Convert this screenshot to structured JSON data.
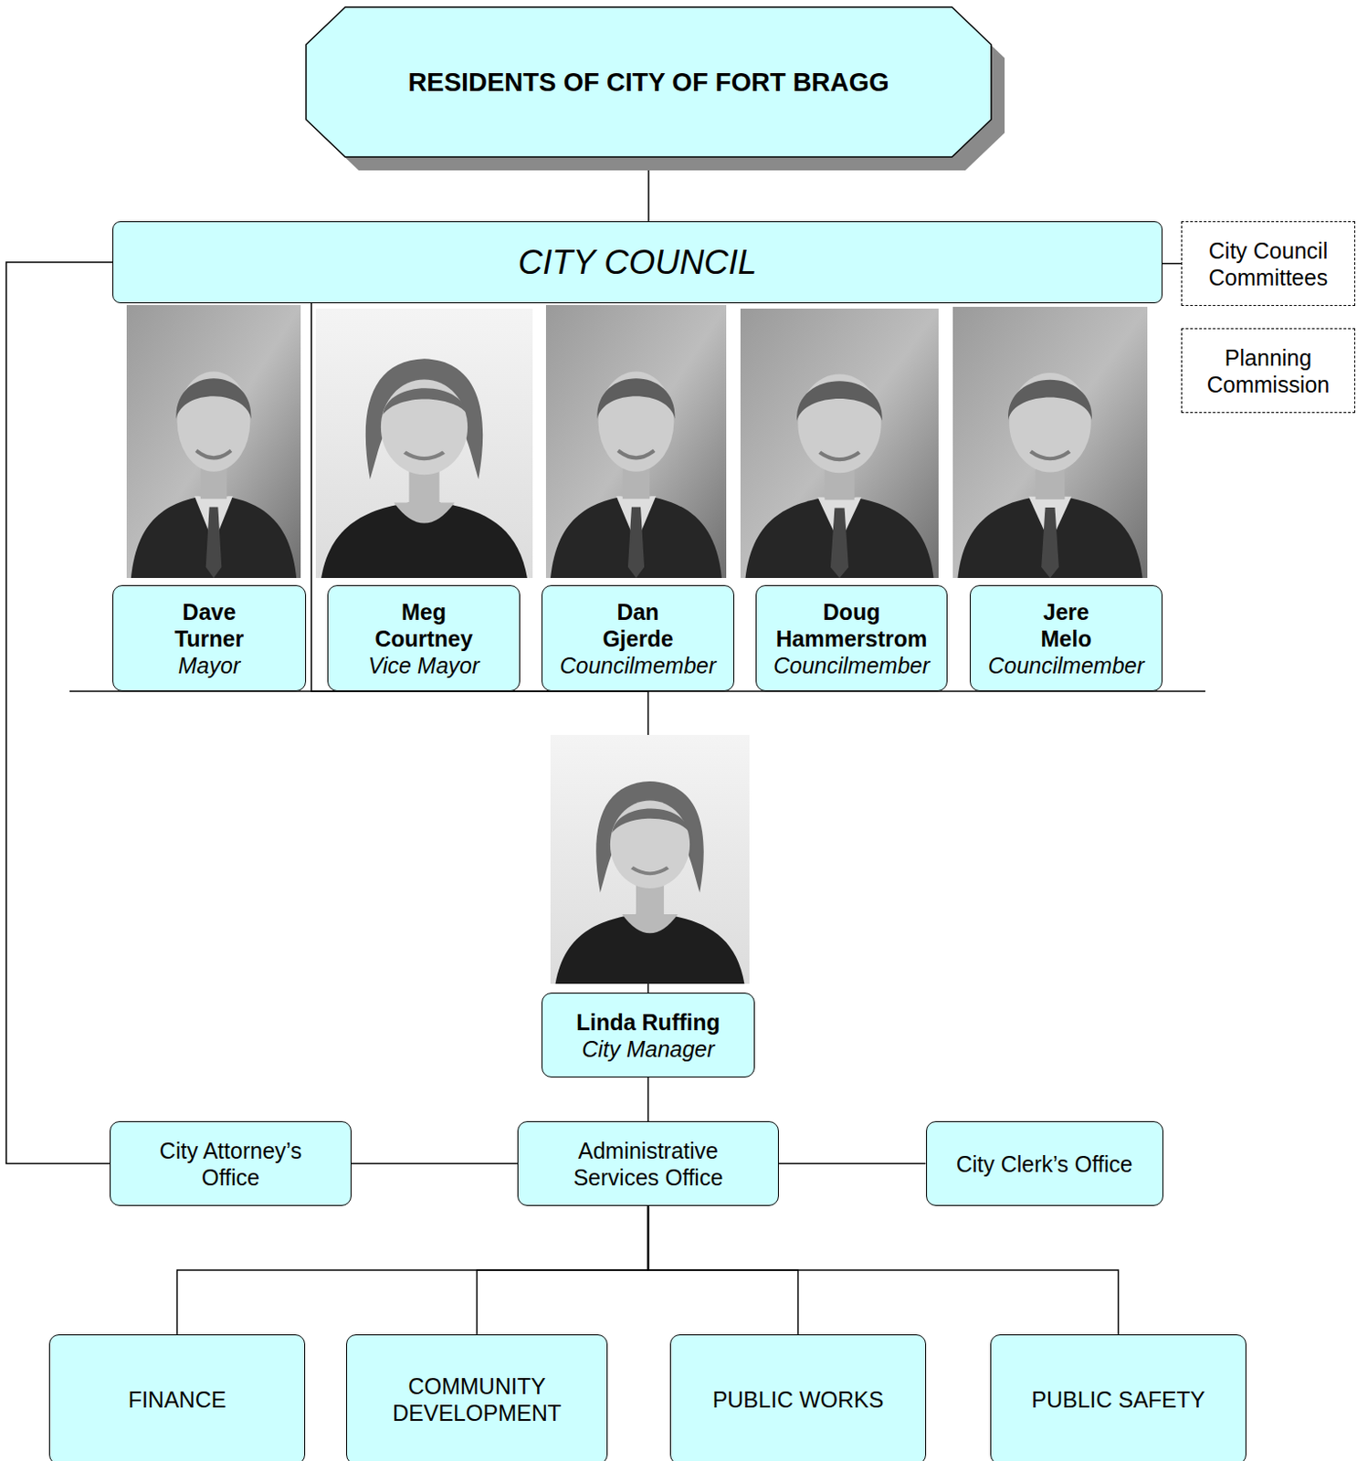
{
  "diagram": {
    "nodes": [
      {
        "text": [
          "RESIDENTS OF CITY OF FORT BRAGG"
        ]
      },
      {
        "text": [
          "CITY COUNCIL"
        ]
      },
      {
        "text": [
          "Dave Turner",
          "Mayor"
        ]
      },
      {
        "text": [
          "Meg Courtney",
          "Vice Mayor"
        ]
      },
      {
        "text": [
          "Dan Gjerde",
          "Councilmember"
        ]
      },
      {
        "text": [
          "Doug Hammerstrom",
          "Councilmember"
        ]
      },
      {
        "text": [
          "Jere Melo",
          "Councilmember"
        ]
      },
      {
        "text": [
          "City Council Committees"
        ]
      },
      {
        "text": [
          "Planning Commission"
        ]
      },
      {
        "text": [
          "Linda Ruffing",
          "City Manager"
        ]
      },
      {
        "text": [
          "City Attorney’s Office"
        ]
      },
      {
        "text": [
          "Administrative Services Office"
        ]
      },
      {
        "text": [
          "City Clerk’s Office"
        ]
      },
      {
        "text": [
          "FINANCE"
        ]
      },
      {
        "text": [
          "COMMUNITY DEVELOPMENT"
        ]
      },
      {
        "text": [
          "PUBLIC WORKS"
        ]
      },
      {
        "text": [
          "PUBLIC SAFETY"
        ]
      }
    ],
    "edges": [
      {
        "from": 0,
        "to": 1,
        "arrow": "none"
      },
      {
        "from": 1,
        "to": 7,
        "arrow": "none"
      },
      {
        "from": 1,
        "to": 9,
        "arrow": "none"
      },
      {
        "from": 1,
        "to": 10,
        "arrow": "none"
      },
      {
        "from": 9,
        "to": 11,
        "arrow": "none"
      },
      {
        "from": 11,
        "to": 10,
        "arrow": "none"
      },
      {
        "from": 11,
        "to": 12,
        "arrow": "none"
      },
      {
        "from": 11,
        "to": 13,
        "arrow": "none"
      },
      {
        "from": 11,
        "to": 14,
        "arrow": "none"
      },
      {
        "from": 11,
        "to": 15,
        "arrow": "none"
      },
      {
        "from": 11,
        "to": 16,
        "arrow": "none"
      }
    ]
  }
}
